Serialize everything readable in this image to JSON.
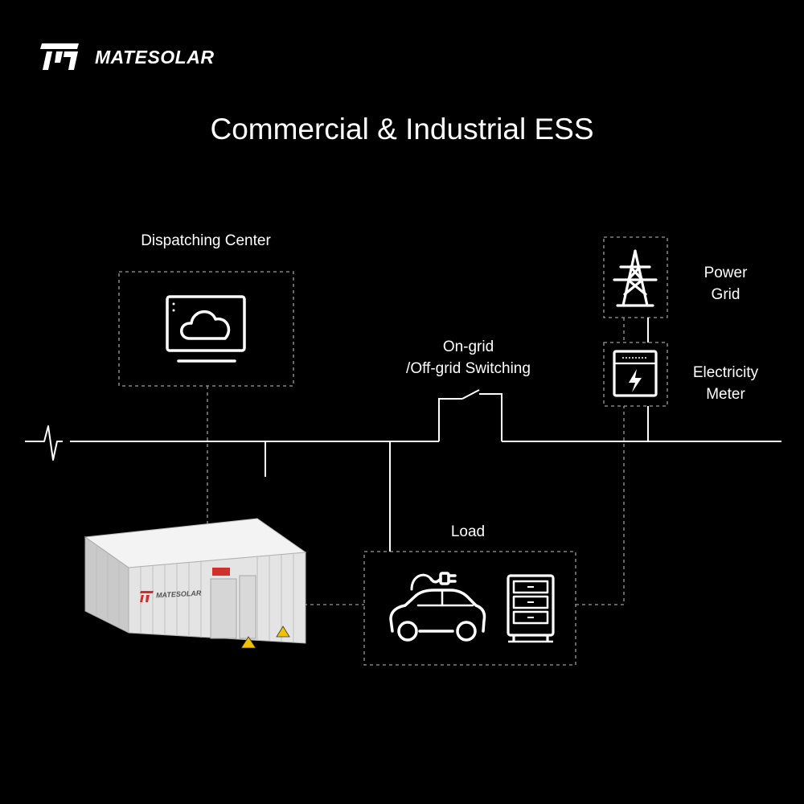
{
  "brand": {
    "name": "MATESOLAR"
  },
  "title": "Commercial & Industrial ESS",
  "labels": {
    "dispatching_center": "Dispatching Center",
    "switching": [
      "On-grid",
      "/Off-grid Switching"
    ],
    "power_grid": [
      "Power",
      "Grid"
    ],
    "electricity_meter": [
      "Electricity",
      "Meter"
    ],
    "load": "Load"
  },
  "container": {
    "brand": "MATESOLAR"
  },
  "colors": {
    "background": "#000000",
    "foreground": "#ffffff",
    "dashed": "#9a9a9a",
    "container_body": "#e4e4e4",
    "accent": "#d0312d",
    "warning": "#f2c200"
  },
  "icons": [
    "cloud-monitor-icon",
    "transmission-tower-icon",
    "electricity-meter-icon",
    "electric-car-icon",
    "battery-cabinet-icon",
    "ac-signal-icon"
  ]
}
